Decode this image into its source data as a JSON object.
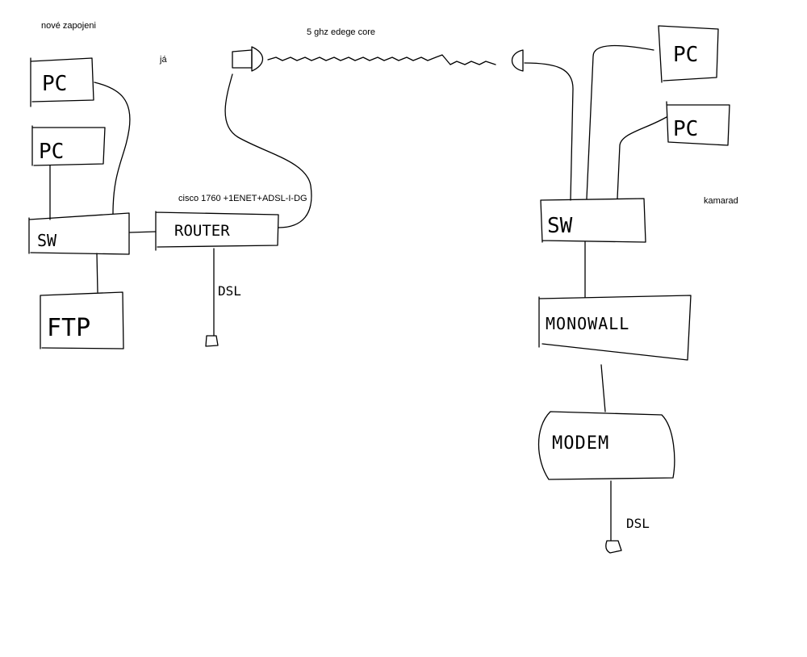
{
  "labels": {
    "title": "nové zapojeni",
    "ja": "já",
    "link": "5 ghz edege core",
    "router_model": "cisco 1760 +1ENET+ADSL-I-DG",
    "kamarad": "kamarad"
  },
  "left_site": {
    "pc1": "PC",
    "pc2": "PC",
    "switch": "SW",
    "ftp": "FTP",
    "router": "ROUTER",
    "dsl": "DSL"
  },
  "right_site": {
    "pc1": "PC",
    "pc2": "PC",
    "switch": "SW",
    "monowall": "MONOWALL",
    "modem": "MODEM",
    "dsl": "DSL"
  }
}
